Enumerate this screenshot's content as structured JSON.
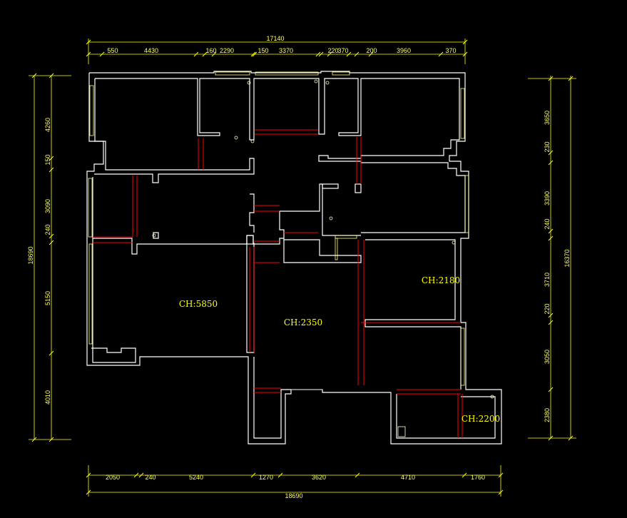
{
  "colors": {
    "background": "#000000",
    "wall": "#ffffff",
    "dimension": "#ffff00",
    "opening": "#ff0000",
    "window": "#ffff88",
    "fixture": "#ffffcc"
  },
  "dimensions": {
    "top_total": "17140",
    "top_segments": [
      "550",
      "4430",
      "160",
      "2290",
      "150",
      "3370",
      "220",
      "370",
      "200",
      "3960",
      "370"
    ],
    "left_total": "18690",
    "left_segments": [
      "4260",
      "150",
      "3090",
      "240",
      "5150",
      "4010"
    ],
    "right_total": "16370",
    "right_segments": [
      "3650",
      "230",
      "3390",
      "240",
      "3710",
      "220",
      "3050",
      "2380"
    ],
    "bottom_total": "18690",
    "bottom_segments": [
      "2050",
      "240",
      "5240",
      "1270",
      "3620",
      "4710",
      "1760"
    ]
  },
  "rooms": [
    {
      "label": "CH:5850"
    },
    {
      "label": "CH:2350"
    },
    {
      "label": "CH:2180"
    },
    {
      "label": "CH:2200"
    }
  ]
}
